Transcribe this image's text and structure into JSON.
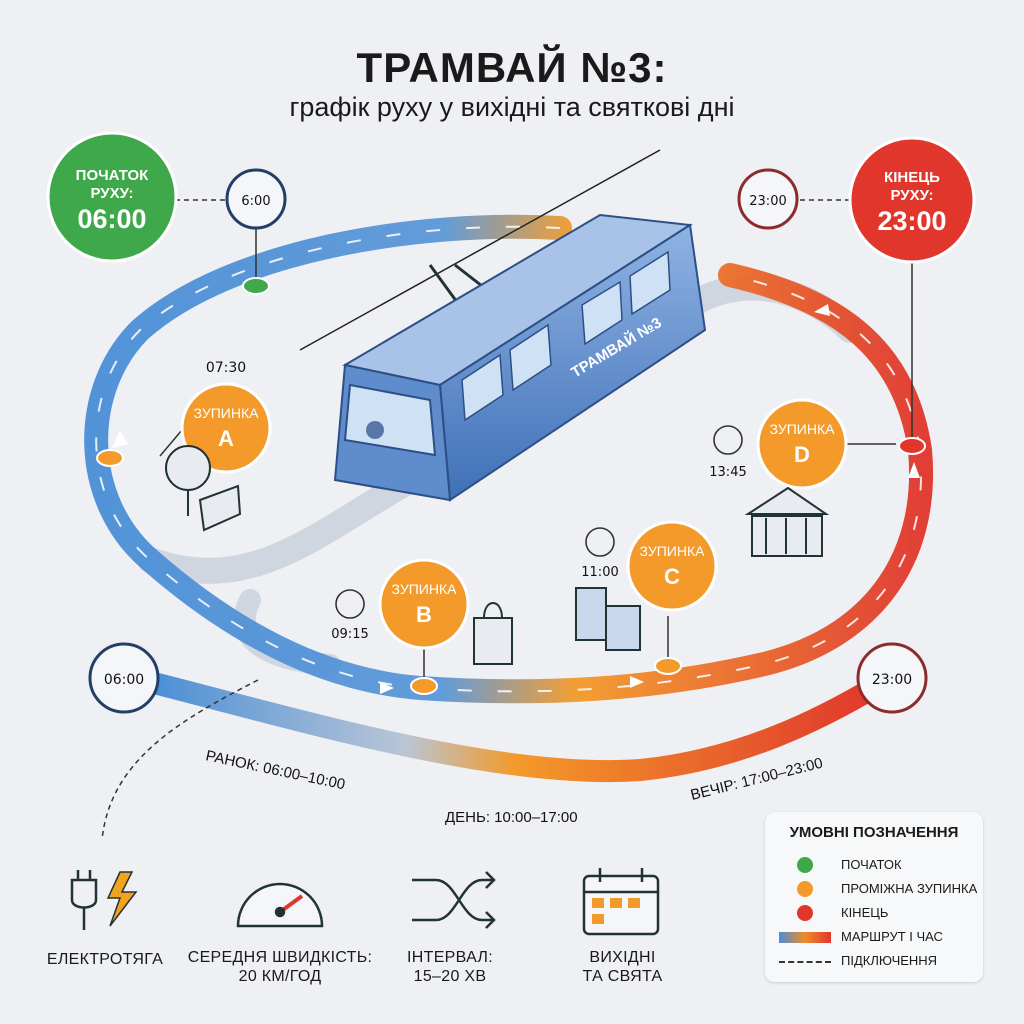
{
  "title": "ТРАМВАЙ №3:",
  "subtitle": "графік руху у вихідні та святкові дні",
  "start": {
    "label_line1": "ПОЧАТОК",
    "label_line2": "РУХУ:",
    "time": "06:00",
    "clock": "6:00",
    "color": "#3ea84a"
  },
  "end": {
    "label_line1": "КІНЕЦЬ",
    "label_line2": "РУХУ:",
    "time": "23:00",
    "clock": "23:00",
    "color": "#e0362c"
  },
  "tram_label": "ТРАМВАЙ №3",
  "stops": [
    {
      "label": "ЗУПИНКА",
      "letter": "A",
      "time": "07:30"
    },
    {
      "label": "ЗУПИНКА",
      "letter": "B",
      "time": "09:15"
    },
    {
      "label": "ЗУПИНКА",
      "letter": "C",
      "time": "11:00"
    },
    {
      "label": "ЗУПИНКА",
      "letter": "D",
      "time": "13:45"
    }
  ],
  "timeline": {
    "start_clock": "06:00",
    "end_clock": "23:00",
    "periods": [
      {
        "label": "РАНОК: 06:00–10:00"
      },
      {
        "label": "ДЕНЬ: 10:00–17:00"
      },
      {
        "label": "ВЕЧІР: 17:00–23:00"
      }
    ]
  },
  "features": [
    {
      "icon": "plug-lightning-icon",
      "label": "ЕЛЕКТРОТЯГА"
    },
    {
      "icon": "speedometer-icon",
      "label_line1": "СЕРЕДНЯ ШВИДКІСТЬ:",
      "label_line2": "20 КМ/ГОД"
    },
    {
      "icon": "shuffle-icon",
      "label_line1": "ІНТЕРВАЛ:",
      "label_line2": "15–20 ХВ"
    },
    {
      "icon": "calendar-icon",
      "label_line1": "ВИХІДНІ",
      "label_line2": "ТА СВЯТА"
    }
  ],
  "legend": {
    "title": "УМОВНІ ПОЗНАЧЕННЯ",
    "items": [
      {
        "symbol": "green-circle",
        "color": "#3ea84a",
        "label": "ПОЧАТОК"
      },
      {
        "symbol": "orange-circle",
        "color": "#f39a2a",
        "label": "ПРОМІЖНА ЗУПИНКА"
      },
      {
        "symbol": "red-circle",
        "color": "#e0362c",
        "label": "КІНЕЦЬ"
      },
      {
        "symbol": "gradient-bar",
        "label": "МАРШРУТ І ЧАС"
      },
      {
        "symbol": "dashed-line",
        "label": "ПІДКЛЮЧЕННЯ"
      }
    ]
  },
  "colors": {
    "morning": "#4a8ed6",
    "day": "#f39a2a",
    "evening": "#e0362c",
    "stop": "#f39a2a"
  }
}
